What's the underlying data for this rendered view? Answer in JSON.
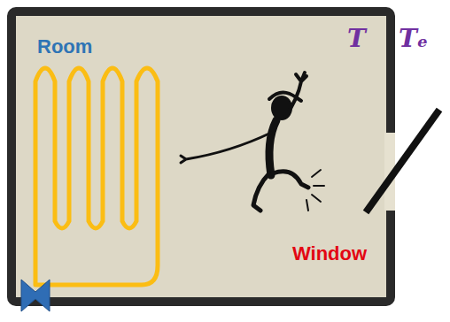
{
  "diagram": {
    "nodes": [
      {
        "text": [
          "Room"
        ]
      }
    ],
    "labels": [
      "T",
      "Tₑ",
      "Window"
    ]
  }
}
